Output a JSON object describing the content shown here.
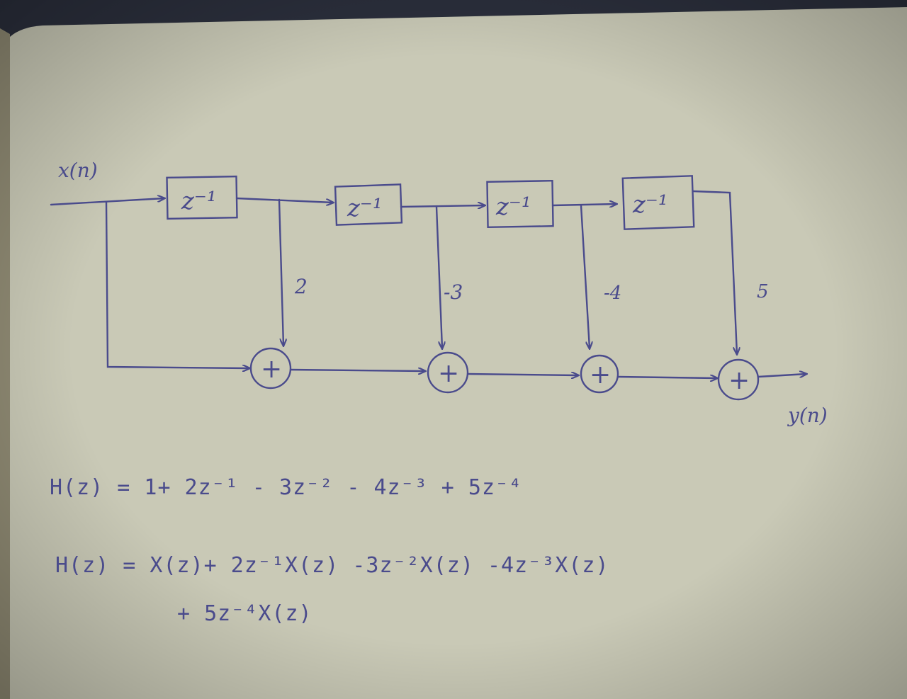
{
  "ink_color": "#4a4b8c",
  "paper_color": "#c9c9b6",
  "background_color": "#2b2f3c",
  "diagram": {
    "input_label": "x(n)",
    "output_label": "y(n)",
    "delay_label": "z⁻¹",
    "delay_count": 4,
    "adder_symbol": "+",
    "coefficients": [
      "2",
      "-3",
      "-4",
      "5"
    ]
  },
  "equations": {
    "line1": "H(z) = 1+ 2z⁻¹ - 3z⁻² - 4z⁻³ + 5z⁻⁴",
    "line2": "H(z) = X(z)+ 2z⁻¹X(z) -3z⁻²X(z) -4z⁻³X(z)",
    "line3": "+ 5z⁻⁴X(z)"
  }
}
